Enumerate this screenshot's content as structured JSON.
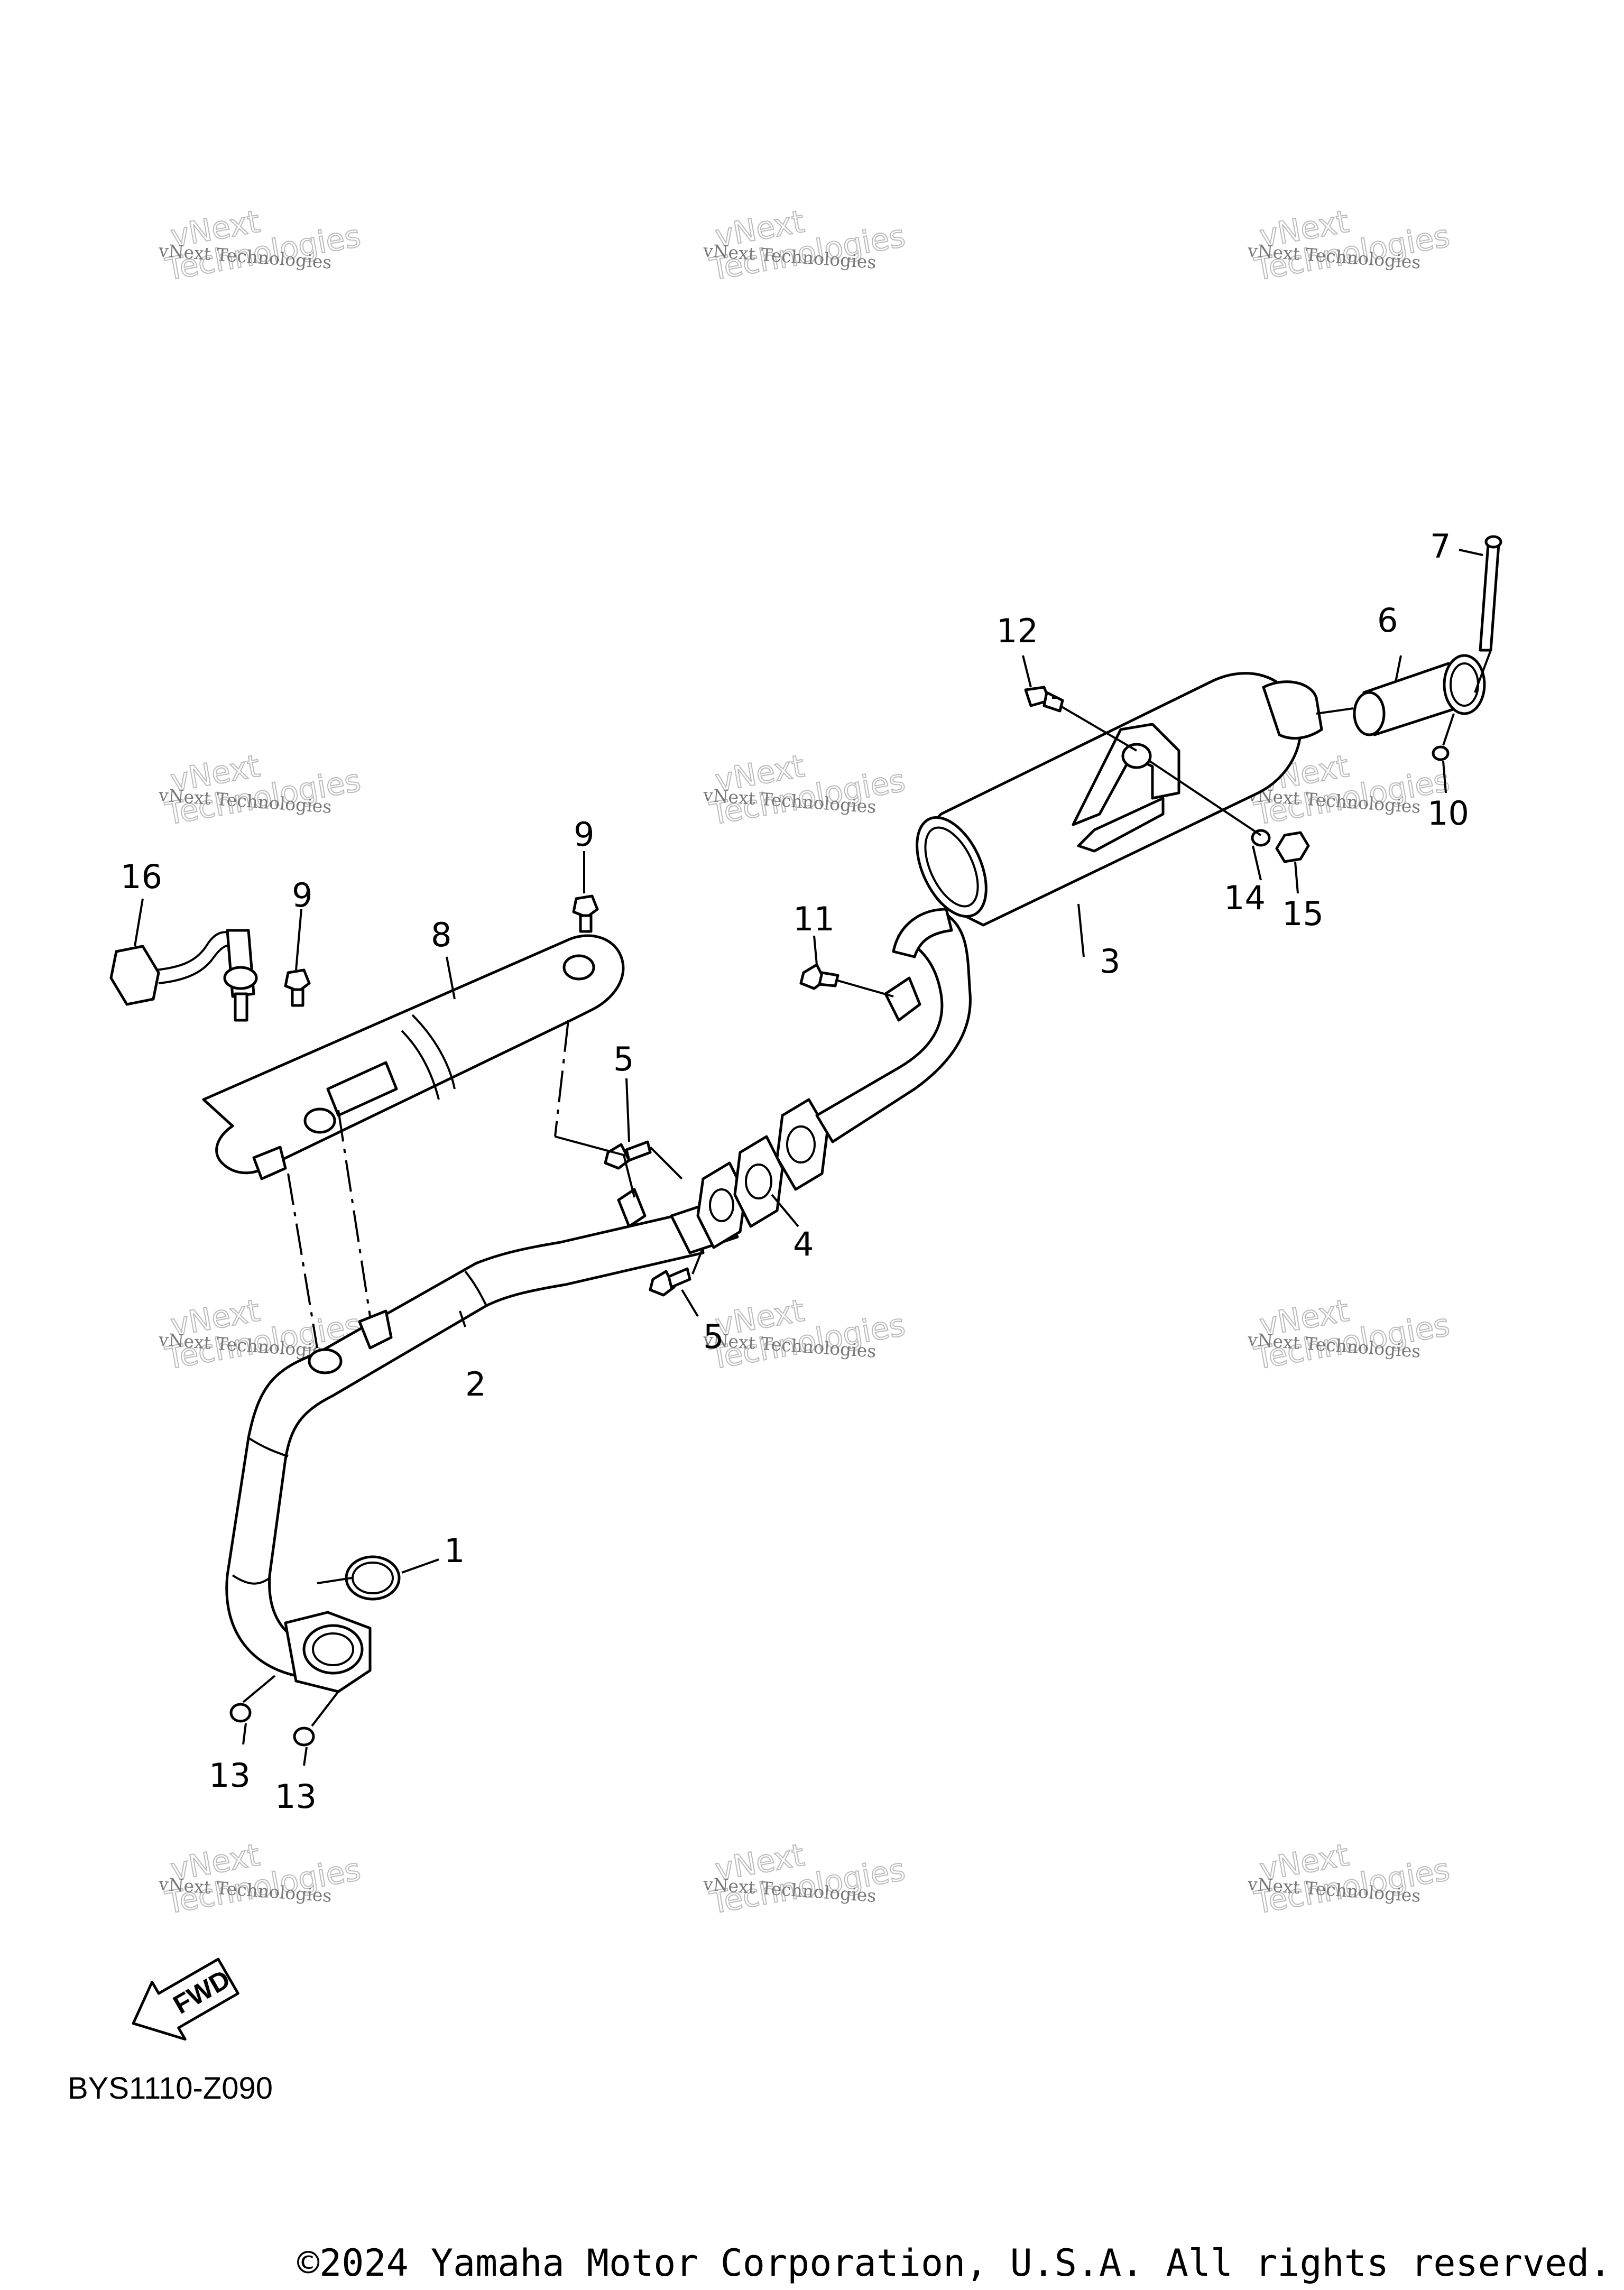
{
  "diagram": {
    "callouts": [
      {
        "id": "1",
        "label": "1"
      },
      {
        "id": "2",
        "label": "2"
      },
      {
        "id": "3",
        "label": "3"
      },
      {
        "id": "4",
        "label": "4"
      },
      {
        "id": "5a",
        "label": "5"
      },
      {
        "id": "5b",
        "label": "5"
      },
      {
        "id": "6",
        "label": "6"
      },
      {
        "id": "7",
        "label": "7"
      },
      {
        "id": "8",
        "label": "8"
      },
      {
        "id": "9a",
        "label": "9"
      },
      {
        "id": "9b",
        "label": "9"
      },
      {
        "id": "10",
        "label": "10"
      },
      {
        "id": "11",
        "label": "11"
      },
      {
        "id": "12",
        "label": "12"
      },
      {
        "id": "13a",
        "label": "13"
      },
      {
        "id": "13b",
        "label": "13"
      },
      {
        "id": "14",
        "label": "14"
      },
      {
        "id": "15",
        "label": "15"
      },
      {
        "id": "16",
        "label": "16"
      }
    ],
    "watermark": {
      "line1": "vNext Technologies",
      "line2": "vNext",
      "line3": "Technologies"
    },
    "fwd_label": "FWD",
    "drawing_code": "BYS1110-Z090",
    "copyright": "©2024 Yamaha Motor Corporation, U.S.A. All rights reserved."
  }
}
